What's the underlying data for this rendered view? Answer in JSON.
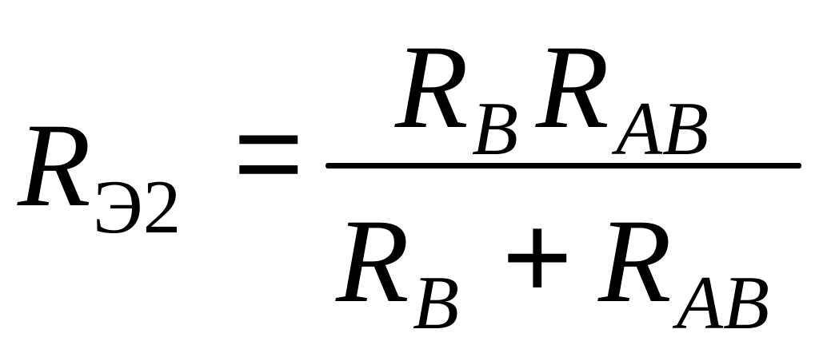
{
  "formula": {
    "lhs": {
      "symbol": "R",
      "subscript": "Э2"
    },
    "equals": "=",
    "numerator": {
      "factor1": {
        "symbol": "R",
        "subscript": "B"
      },
      "factor2": {
        "symbol": "R",
        "subscript": "AB"
      }
    },
    "denominator": {
      "term1": {
        "symbol": "R",
        "subscript": "B"
      },
      "operator": "+",
      "term2": {
        "symbol": "R",
        "subscript": "AB"
      }
    }
  }
}
